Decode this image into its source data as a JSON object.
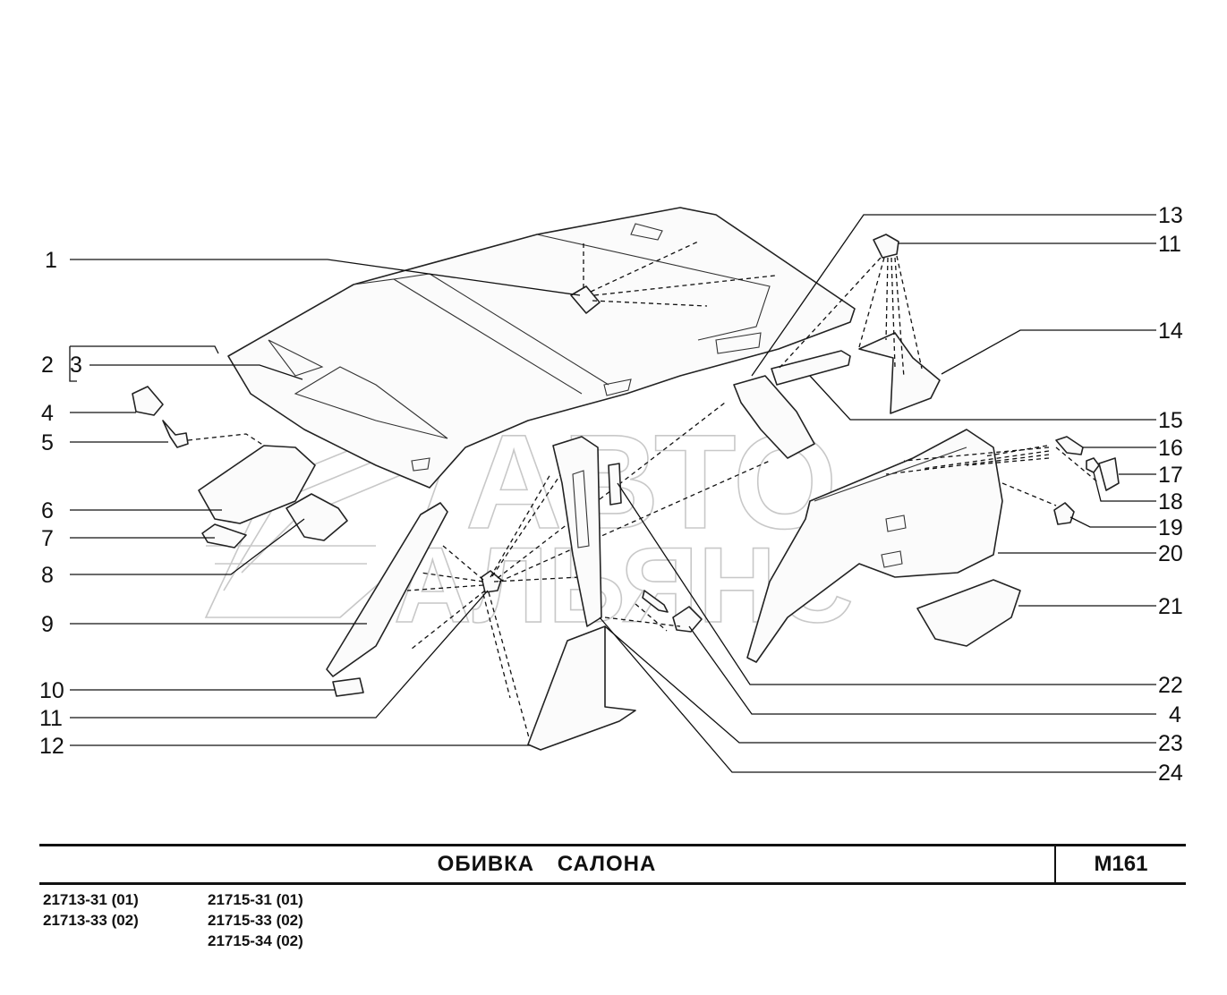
{
  "title_block": {
    "title": "ОБИВКА   САЛОНА",
    "sheet_code": "M161"
  },
  "models": {
    "left": [
      "21713-31 (01)",
      "21713-33 (02)"
    ],
    "right": [
      "21715-31 (01)",
      "21715-33 (02)",
      "21715-34 (02)"
    ]
  },
  "watermark": {
    "line1": "АВТО",
    "line2": "АЛЬЯНС"
  },
  "callouts": {
    "left": [
      "1",
      "2",
      "3",
      "4",
      "5",
      "6",
      "7",
      "8",
      "9",
      "10",
      "11",
      "12"
    ],
    "right": [
      "13",
      "11",
      "14",
      "15",
      "16",
      "17",
      "18",
      "19",
      "20",
      "21",
      "22",
      "4",
      "23",
      "24"
    ]
  },
  "colors": {
    "line": "#111111",
    "watermark": "#c8c8c8",
    "background": "#ffffff"
  }
}
